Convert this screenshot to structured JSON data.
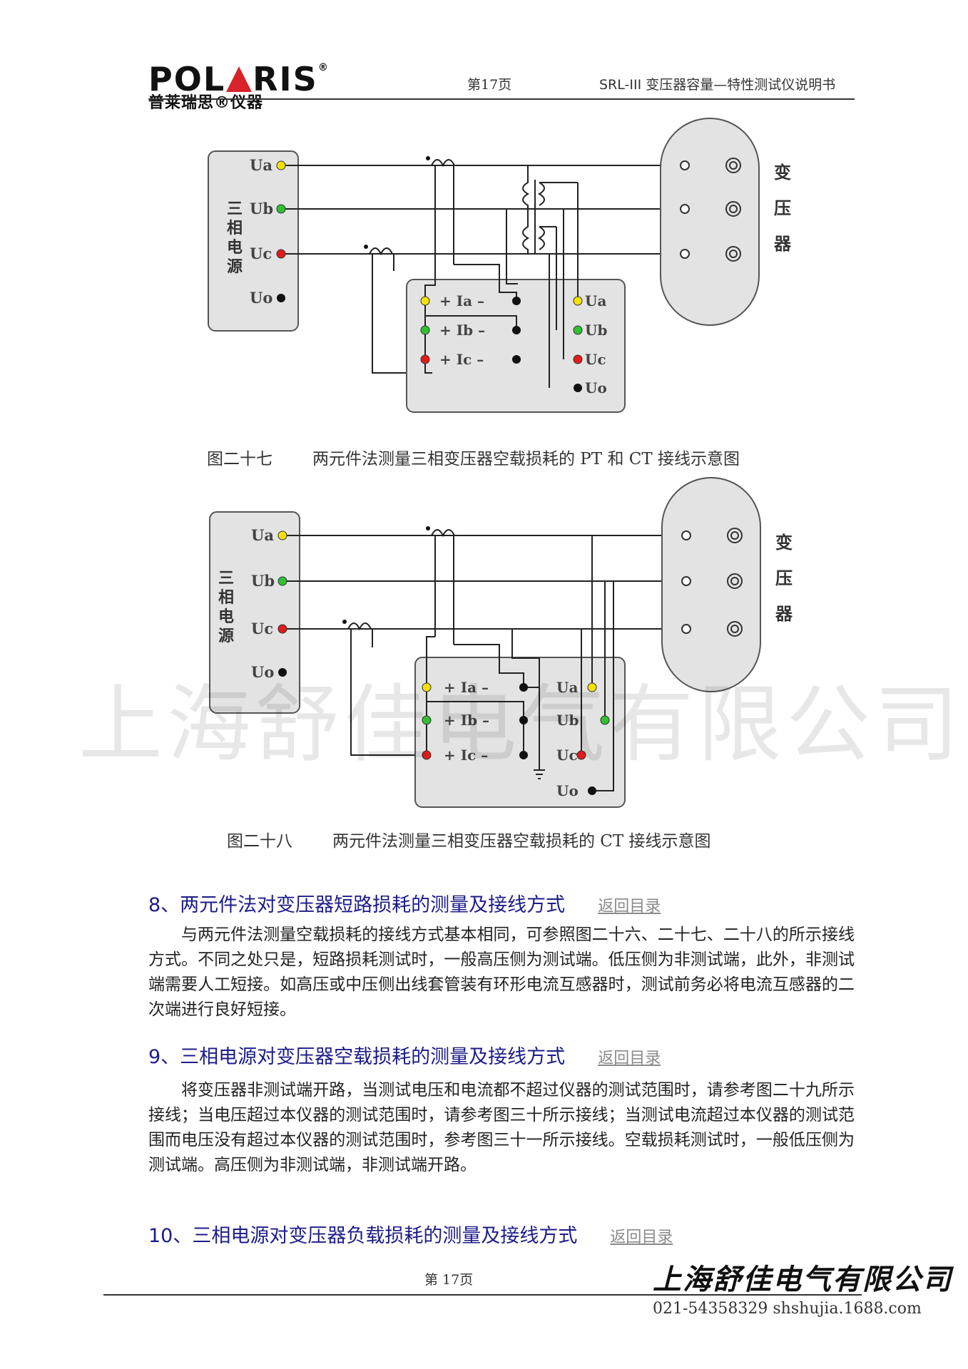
{
  "header": {
    "logo_text_left": "POL",
    "logo_text_right": "RIS",
    "logo_cn": "普莱瑞思®仪器",
    "page": "第17页",
    "doc_title": "SRL-III 变压器容量—特性测试仪说明书"
  },
  "figure27": {
    "caption_num": "图二十七",
    "caption_text": "两元件法测量三相变压器空载损耗的 PT 和 CT 接线示意图",
    "source_label": "三相电源",
    "transformer_label": "变压器",
    "terminals": [
      "Ua",
      "Ub",
      "Uc",
      "Uo"
    ],
    "currents": [
      "+ Ia –",
      "+ Ib –",
      "+ Ic –"
    ],
    "meter_voltages": [
      "Ua",
      "Ub",
      "Uc",
      "Uo"
    ]
  },
  "figure28": {
    "caption_num": "图二十八",
    "caption_text": "两元件法测量三相变压器空载损耗的 CT 接线示意图",
    "source_label": "三相电源",
    "transformer_label": "变压器",
    "terminals": [
      "Ua",
      "Ub",
      "Uc",
      "Uo"
    ],
    "currents": [
      "+ Ia –",
      "+ Ib –",
      "+ Ic –"
    ],
    "meter_voltages": [
      "Ua",
      "Ub",
      "Uc",
      "Uo"
    ]
  },
  "watermark": "上海舒佳电气有限公司",
  "sections": [
    {
      "title": "8、两元件法对变压器短路损耗的测量及接线方式",
      "link": "返回目录",
      "body": "与两元件法测量空载损耗的接线方式基本相同，可参照图二十六、二十七、二十八的所示接线方式。不同之处只是，短路损耗测试时，一般高压侧为测试端。低压侧为非测试端，此外，非测试端需要人工短接。如高压或中压侧出线套管装有环形电流互感器时，测试前务必将电流互感器的二次端进行良好短接。"
    },
    {
      "title": "9、三相电源对变压器空载损耗的测量及接线方式",
      "link": "返回目录",
      "body": "将变压器非测试端开路，当测试电压和电流都不超过仪器的测试范围时，请参考图二十九所示接线；当电压超过本仪器的测试范围时，请参考图三十所示接线；当测试电流超过本仪器的测试范围而电压没有超过本仪器的测试范围时，参考图三十一所示接线。空载损耗测试时，一般低压侧为测试端。高压侧为非测试端，非测试端开路。"
    },
    {
      "title": "10、三相电源对变压器负载损耗的测量及接线方式",
      "link": "返回目录"
    }
  ],
  "footer": {
    "page": "第 17页",
    "brand": "上海舒佳电气有限公司",
    "contact": "021-54358329 shshujia.1688.com"
  },
  "colors": {
    "yellow": "#f2e200",
    "green": "#2fc12f",
    "red": "#e21b1b",
    "black": "#111111",
    "box": "#e3e3e3",
    "section_blue": "#1c1c8a"
  }
}
